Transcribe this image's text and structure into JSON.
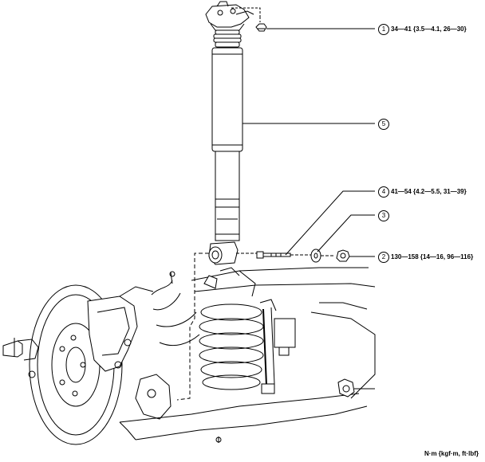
{
  "callouts": [
    {
      "num": "1",
      "torque": "34—41 {3.5—4.1, 26—30}"
    },
    {
      "num": "2",
      "torque": "130—158 {14—16, 96—116}"
    },
    {
      "num": "3",
      "torque": ""
    },
    {
      "num": "4",
      "torque": "41—54 {4.2—5.5, 31—39}"
    },
    {
      "num": "5",
      "torque": ""
    }
  ],
  "units_label": "N·m {kgf·m, ft·lbf}"
}
